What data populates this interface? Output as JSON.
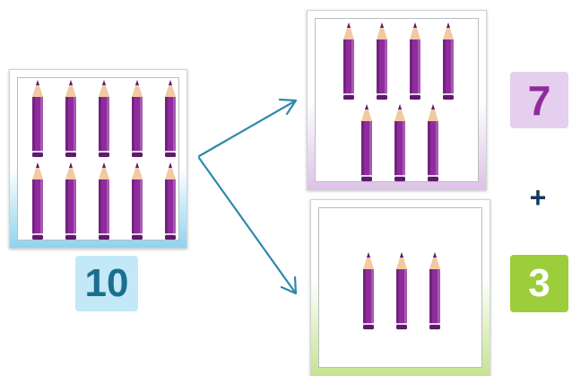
{
  "groups": {
    "total": {
      "count": 10,
      "label": "10"
    },
    "part_a": {
      "count": 7,
      "label": "7"
    },
    "part_b": {
      "count": 3,
      "label": "3"
    }
  },
  "operator": "+",
  "colors": {
    "pencil": "#8e2c9c",
    "pencil_dark": "#5e1a6b",
    "badge_total": "#c3e8f8",
    "badge_a": "#e4cfee",
    "badge_b": "#9ccd3a",
    "arrow": "#2e89a9"
  },
  "icons": [
    "pencil-icon",
    "arrow-icon"
  ]
}
